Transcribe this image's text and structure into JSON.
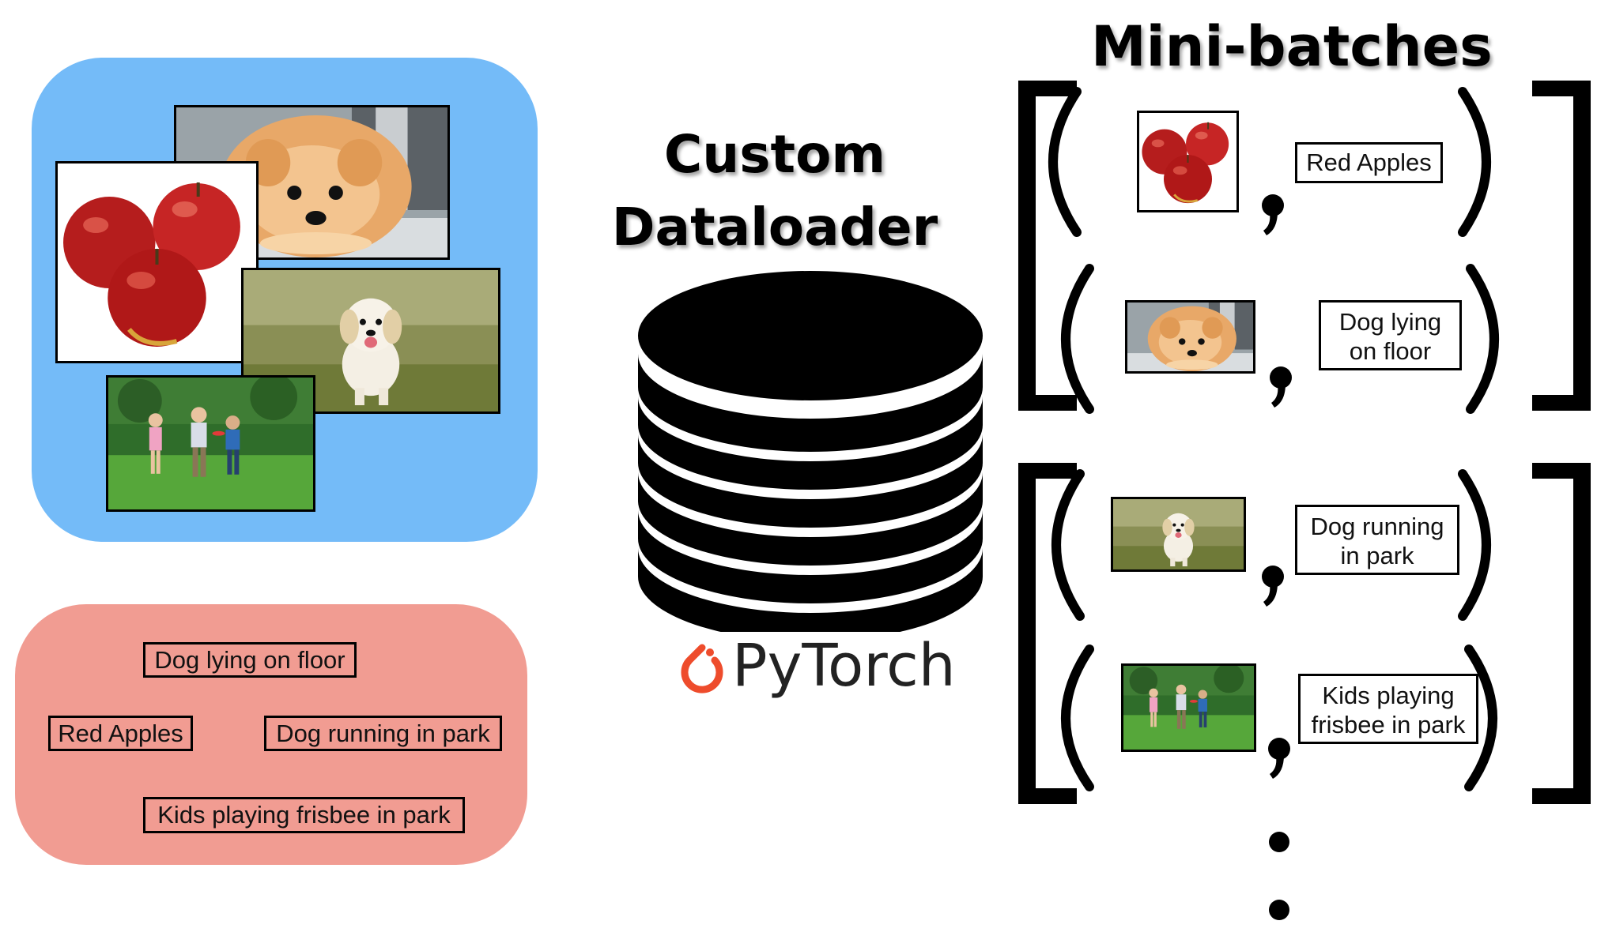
{
  "titles": {
    "minibatches": "Mini-batches",
    "dataloader_line1": "Custom",
    "dataloader_line2": "Dataloader"
  },
  "pytorch": {
    "label": "PyTorch",
    "color": "#ee4c2c"
  },
  "colors": {
    "images_panel": "#74bbf8",
    "captions_panel": "#f19c92"
  },
  "images": [
    {
      "name": "Dog lying on floor",
      "icon": "pomeranian-photo"
    },
    {
      "name": "Red Apples",
      "icon": "apples-photo"
    },
    {
      "name": "Dog running in park",
      "icon": "puppy-photo"
    },
    {
      "name": "Kids playing frisbee in park",
      "icon": "kids-photo"
    }
  ],
  "captions": {
    "dog_lying": "Dog lying on floor",
    "red_apples": "Red Apples",
    "dog_running": "Dog running in park",
    "kids": "Kids playing frisbee in park"
  },
  "batches": [
    {
      "items": [
        {
          "image": "apples-photo",
          "label_lines": [
            "Red Apples"
          ]
        },
        {
          "image": "pomeranian-photo",
          "label_lines": [
            "Dog lying",
            "on floor"
          ]
        }
      ]
    },
    {
      "items": [
        {
          "image": "puppy-photo",
          "label_lines": [
            "Dog running",
            "in park"
          ]
        },
        {
          "image": "kids-photo",
          "label_lines": [
            "Kids playing",
            "frisbee in park"
          ]
        }
      ]
    }
  ],
  "separator": ",",
  "continuation": "⋮"
}
